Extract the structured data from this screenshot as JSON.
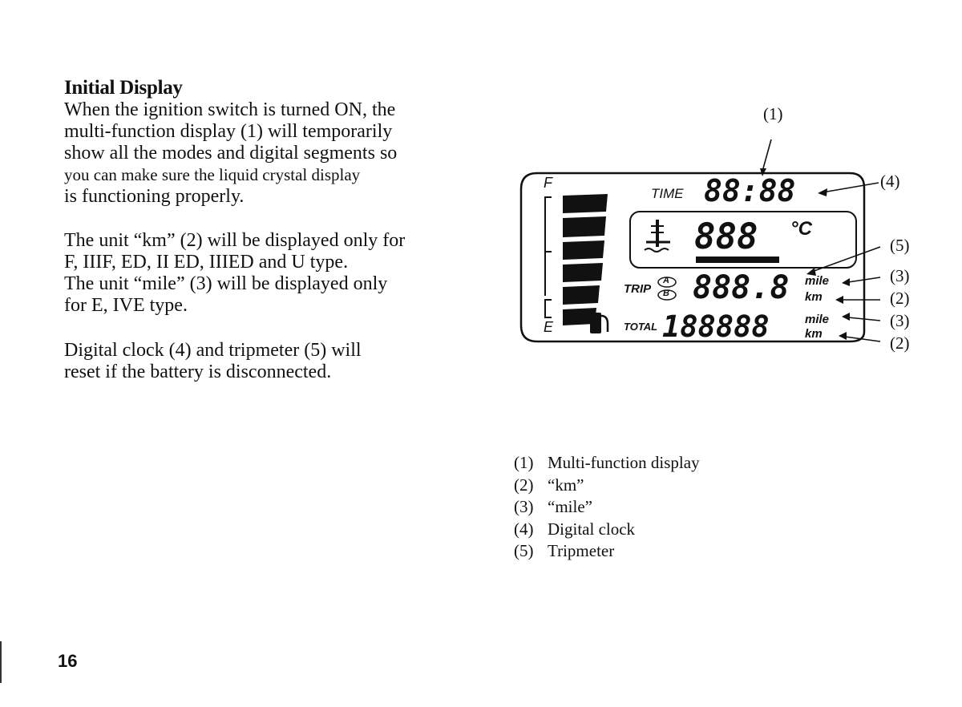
{
  "heading": "Initial Display",
  "paragraph1_lines": [
    "When the ignition switch is turned ON, the",
    "multi-function display (1) will temporarily",
    "show all the modes and digital segments so",
    "you can make sure the liquid crystal display",
    "is functioning properly."
  ],
  "paragraph2_lines": [
    "The unit “km” (2) will be displayed only for",
    "F, IIIF, ED, II ED, IIIED and U type.",
    "The unit “mile” (3) will be displayed only",
    "for E, IVE type."
  ],
  "paragraph3_lines": [
    "Digital clock (4) and tripmeter (5) will",
    "reset if the battery is disconnected."
  ],
  "figure": {
    "callouts": {
      "c1": "(1)",
      "c4": "(4)",
      "c5": "(5)",
      "c3a": "(3)",
      "c2a": "(2)",
      "c3b": "(3)",
      "c2b": "(2)"
    },
    "display": {
      "fuel_full": "F",
      "fuel_empty": "E",
      "time_label": "TIME",
      "time_value": "88:88",
      "temp_value": "888",
      "temp_unit": "°C",
      "trip_label": "TRIP",
      "trip_a": "A",
      "trip_b": "B",
      "trip_value": "888.8",
      "total_label": "TOTAL",
      "total_value": "188888",
      "unit_mile": "mile",
      "unit_km": "km"
    }
  },
  "legend": [
    {
      "num": "(1)",
      "text": "Multi-function display"
    },
    {
      "num": "(2)",
      "text": "“km”"
    },
    {
      "num": "(3)",
      "text": "“mile”"
    },
    {
      "num": "(4)",
      "text": "Digital clock"
    },
    {
      "num": "(5)",
      "text": "Tripmeter"
    }
  ],
  "page_number": "16"
}
